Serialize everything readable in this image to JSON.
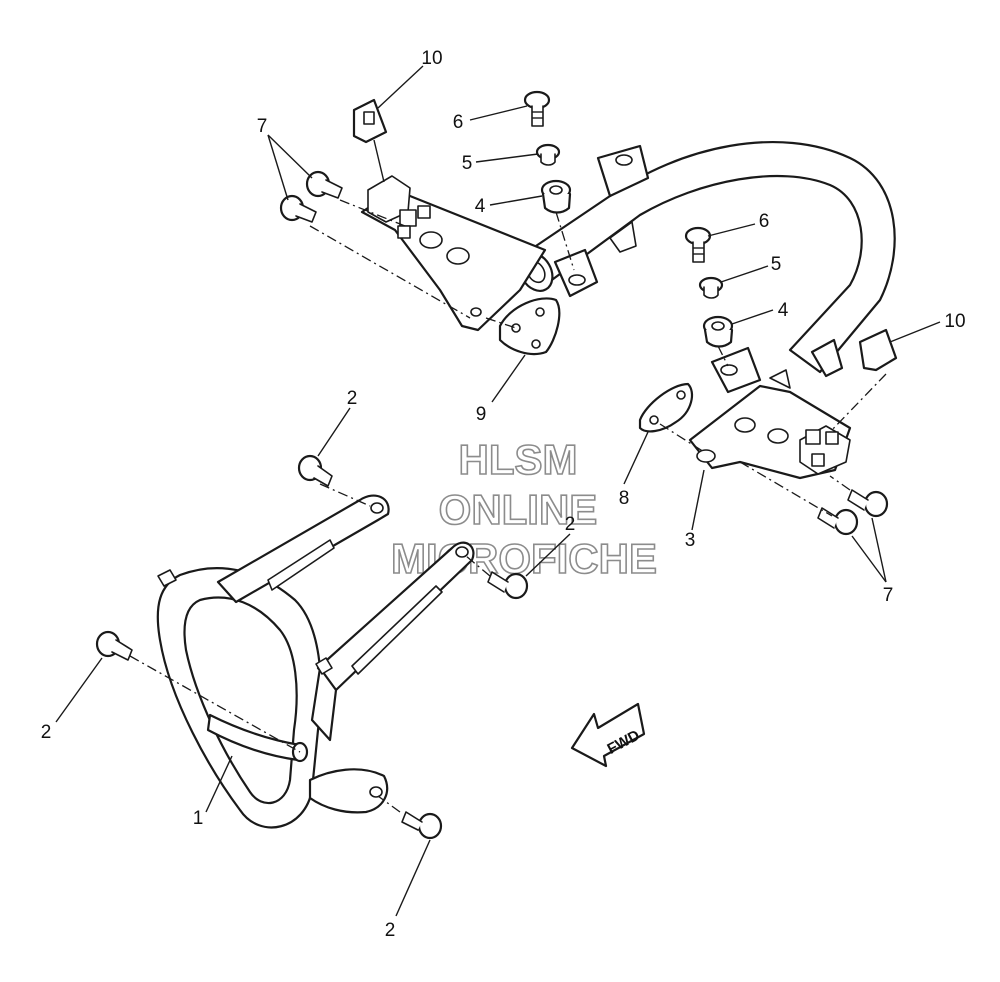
{
  "diagram": {
    "callouts": [
      {
        "id": "c1",
        "label": "1"
      },
      {
        "id": "c2a",
        "label": "2"
      },
      {
        "id": "c2b",
        "label": "2"
      },
      {
        "id": "c2c",
        "label": "2"
      },
      {
        "id": "c2d",
        "label": "2"
      },
      {
        "id": "c3",
        "label": "3"
      },
      {
        "id": "c4a",
        "label": "4"
      },
      {
        "id": "c4b",
        "label": "4"
      },
      {
        "id": "c5a",
        "label": "5"
      },
      {
        "id": "c5b",
        "label": "5"
      },
      {
        "id": "c6a",
        "label": "6"
      },
      {
        "id": "c6b",
        "label": "6"
      },
      {
        "id": "c7a",
        "label": "7"
      },
      {
        "id": "c7b",
        "label": "7"
      },
      {
        "id": "c8",
        "label": "8"
      },
      {
        "id": "c9",
        "label": "9"
      },
      {
        "id": "c10a",
        "label": "10"
      },
      {
        "id": "c10b",
        "label": "10"
      }
    ],
    "fwd_arrow": {
      "label": "FWD"
    },
    "watermark": {
      "line1": "HLSM",
      "line2": "ONLINE",
      "line3": "MICROFICHE"
    }
  }
}
